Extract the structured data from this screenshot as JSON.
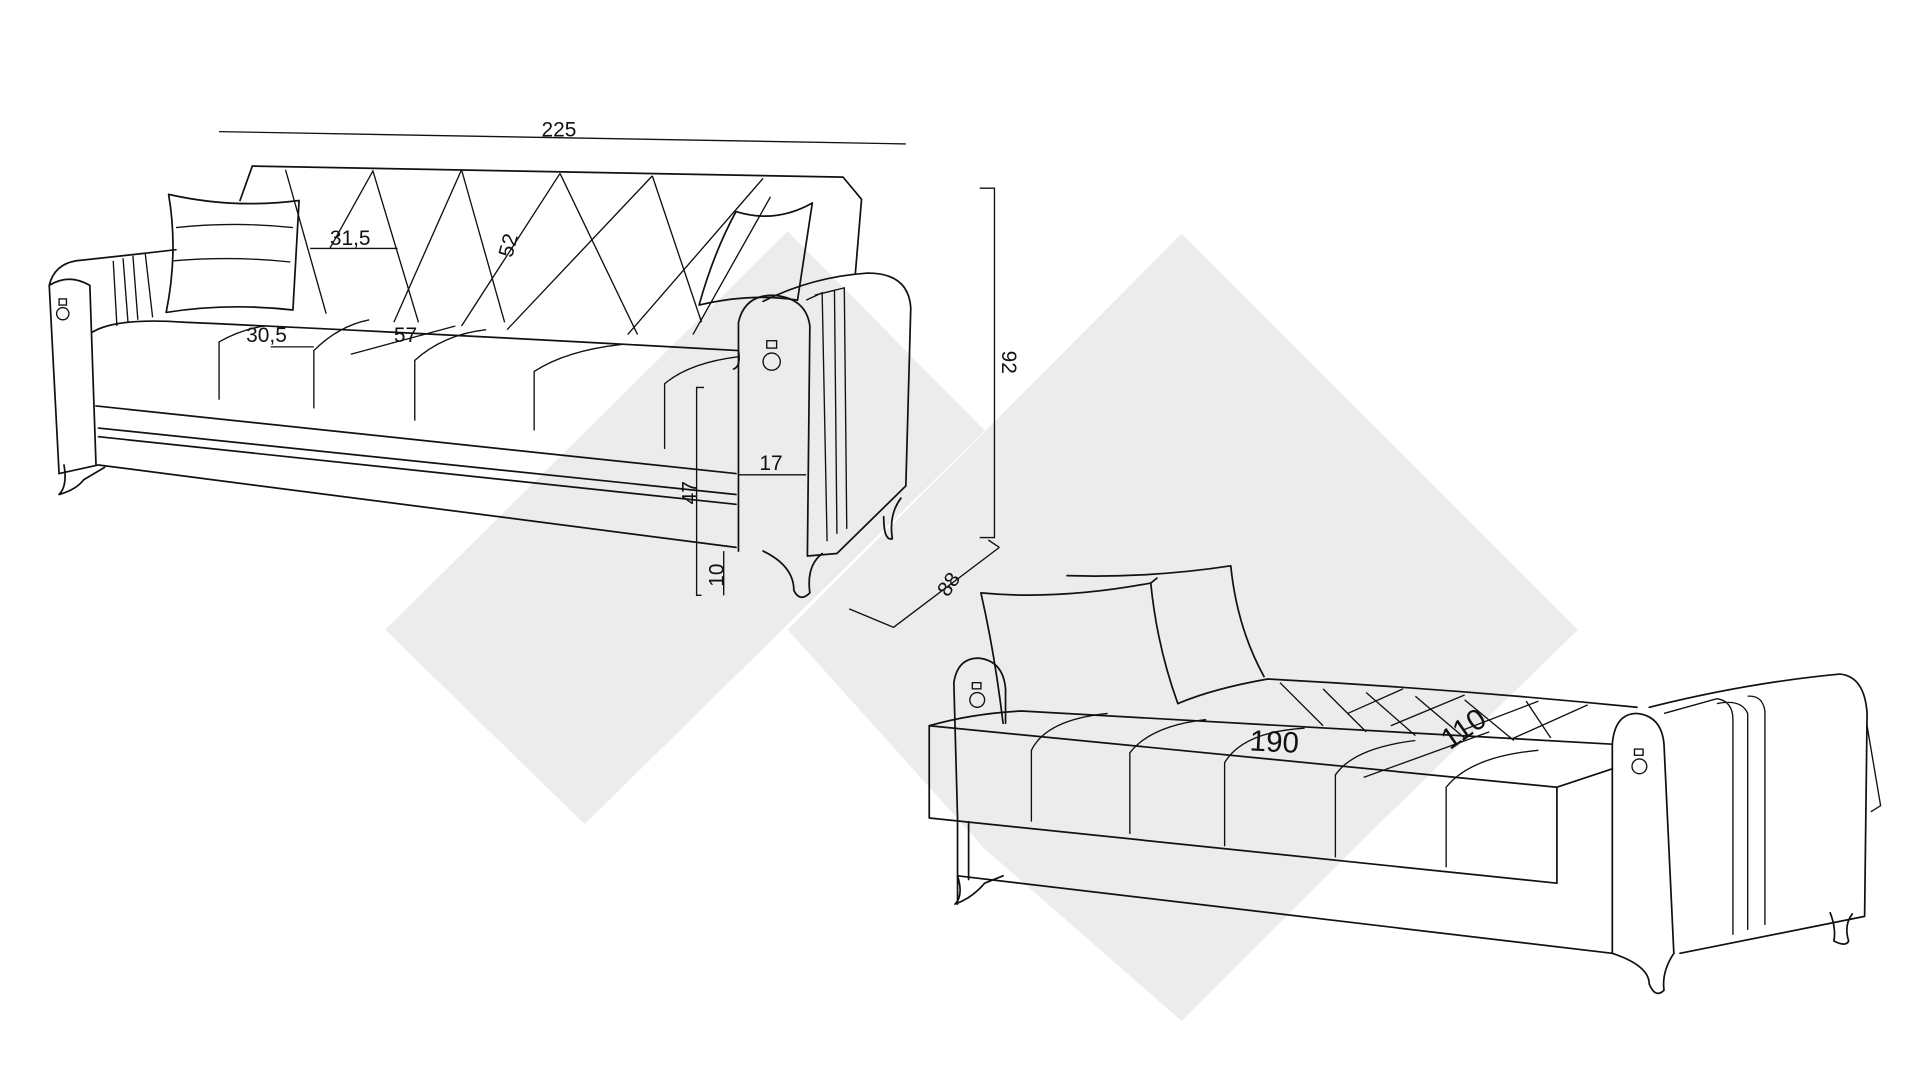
{
  "dimensions": {
    "sofa": {
      "width": "225",
      "height": "92",
      "depth": "88",
      "backrest_height": "52",
      "backrest_panel_width": "31,5",
      "seat_panel_width": "30,5",
      "seat_depth": "57",
      "seat_height": "47",
      "leg_height": "10",
      "arm_width": "17"
    },
    "bed": {
      "length": "190",
      "width": "110"
    }
  },
  "colors": {
    "line": "#111111",
    "watermark": "#ececec"
  }
}
